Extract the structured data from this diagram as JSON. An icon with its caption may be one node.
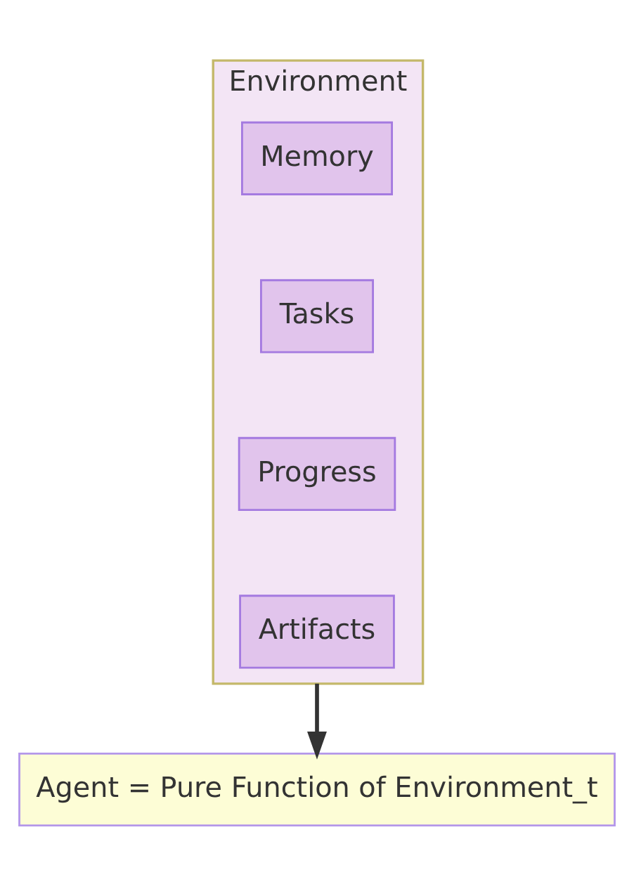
{
  "diagram": {
    "nodes": [
      {
        "text": [
          "Environment"
        ]
      },
      {
        "text": [
          "Memory"
        ],
        "in": 0
      },
      {
        "text": [
          "Tasks"
        ],
        "in": 0
      },
      {
        "text": [
          "Progress"
        ],
        "in": 0
      },
      {
        "text": [
          "Artifacts"
        ],
        "in": 0
      },
      {
        "text": [
          "Agent = Pure Function of Environment_t"
        ]
      }
    ],
    "edges": [
      {
        "from": 0,
        "to": 5,
        "arrow": "to"
      }
    ]
  }
}
